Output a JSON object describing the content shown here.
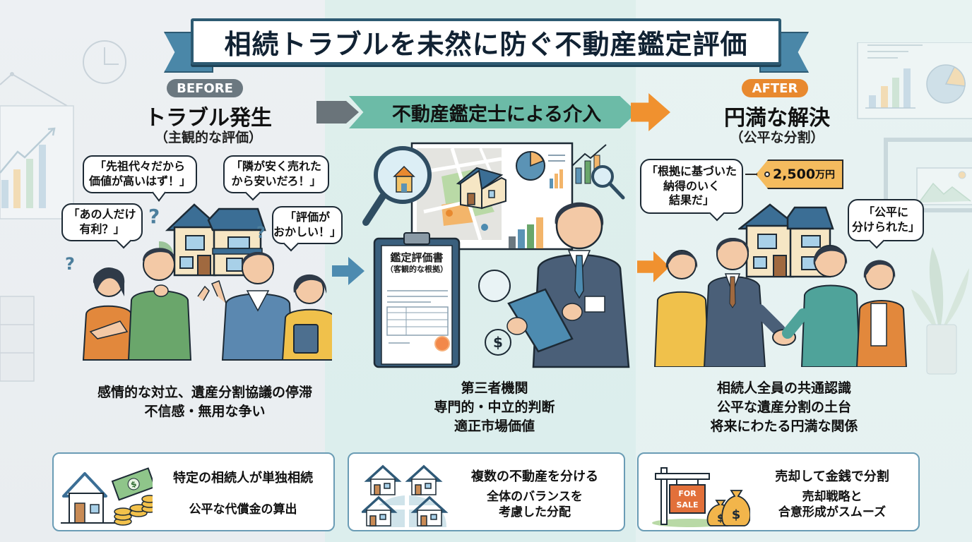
{
  "title": "相続トラブルを未然に防ぐ不動産鑑定評価",
  "before": {
    "badge": "BEFORE",
    "heading": "トラブル発生",
    "subheading": "（主観的な評価）",
    "bubbles": [
      {
        "line1": "「先祖代々だから",
        "line2": "価値が高いはず！」"
      },
      {
        "line1": "「隣が安く売れた",
        "line2": "から安いだろ！」"
      },
      {
        "line1": "「あの人だけ",
        "line2": "有利？」"
      },
      {
        "line1": "「評価が",
        "line2": "おかしい！」"
      }
    ],
    "summary": [
      "感情的な対立、遺産分割協議の停滞",
      "不信感・無用な争い"
    ]
  },
  "middle": {
    "banner": "不動産鑑定士による介入",
    "document": {
      "title": "鑑定評価書",
      "subtitle": "（客観的な根拠）"
    },
    "summary": [
      "第三者機関",
      "専門的・中立的判断",
      "適正市場価値"
    ]
  },
  "after": {
    "badge": "AFTER",
    "heading": "円満な解決",
    "subheading": "（公平な分割）",
    "bubbles": [
      {
        "line1": "「根拠に基づいた",
        "line2": "納得のいく",
        "line3": "結果だ」"
      },
      {
        "line1": "「公平に",
        "line2": "分けられた」"
      }
    ],
    "price_tag": {
      "amount": "2,500",
      "unit": "万円"
    },
    "summary": [
      "相続人全員の共通認識",
      "公平な遺産分割の土台",
      "将来にわたる円満な関係"
    ]
  },
  "cards": [
    {
      "icon": "house-money-icon",
      "line1": "特定の相続人が単独相続",
      "line2": "公平な代償金の算出"
    },
    {
      "icon": "multiple-houses-icon",
      "line1": "複数の不動産を分ける",
      "line2": "全体のバランスを",
      "line3": "考慮した分配"
    },
    {
      "icon": "for-sale-sign-icon",
      "line1": "売却して金銭で分割",
      "line2": "売却戦略と",
      "line3": "合意形成がスムーズ",
      "sign_text1": "FOR",
      "sign_text2": "SALE"
    }
  ],
  "colors": {
    "navy": "#2d5a72",
    "teal": "#6cbba7",
    "orange": "#f0912f",
    "grey": "#6b7880",
    "gold": "#f4bb5e"
  }
}
